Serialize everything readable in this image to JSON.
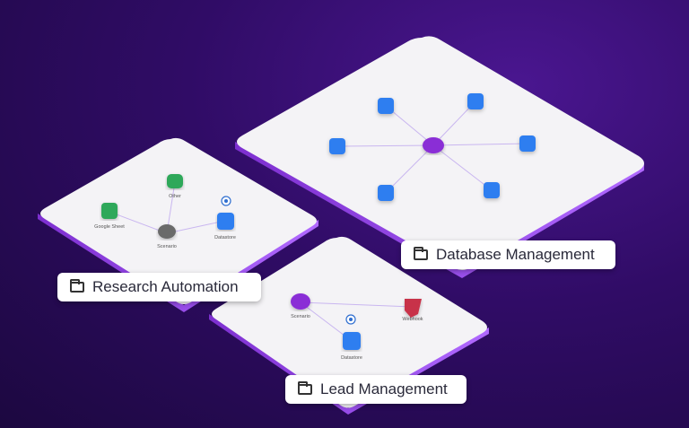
{
  "boards": {
    "database": {
      "label": "Database Management"
    },
    "research": {
      "label": "Research Automation",
      "nodes": {
        "other": "Other",
        "sheet": "Google Sheet",
        "scenario": "Scenario",
        "datastore": "Datastore"
      }
    },
    "lead": {
      "label": "Lead Management",
      "nodes": {
        "scenario": "Scenario",
        "webhook": "Webhook",
        "datastore": "Datastore"
      }
    }
  },
  "colors": {
    "blue": "#2f7ef0",
    "green": "#2ea85a",
    "purple": "#8a2fd6",
    "gray": "#6a6a6a",
    "red": "#c8334a",
    "edge": "#a45ce8"
  }
}
